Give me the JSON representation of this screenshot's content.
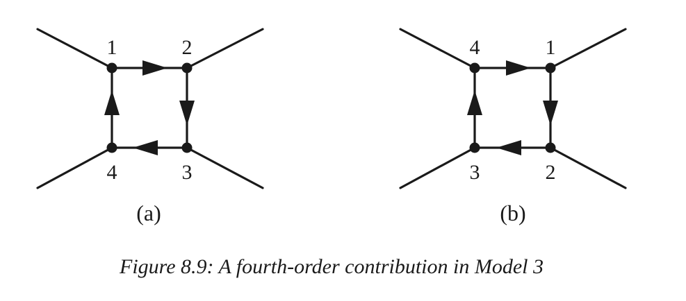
{
  "diagrams": [
    {
      "id": "a",
      "sublabel": "(a)",
      "vertex_labels": {
        "top_left": "1",
        "top_right": "2",
        "bottom_right": "3",
        "bottom_left": "4"
      }
    },
    {
      "id": "b",
      "sublabel": "(b)",
      "vertex_labels": {
        "top_left": "4",
        "top_right": "1",
        "bottom_right": "2",
        "bottom_left": "3"
      }
    }
  ],
  "caption": "Figure 8.9: A fourth-order contribution in Model 3",
  "colors": {
    "ink": "#1a1a1a",
    "background": "#ffffff"
  }
}
